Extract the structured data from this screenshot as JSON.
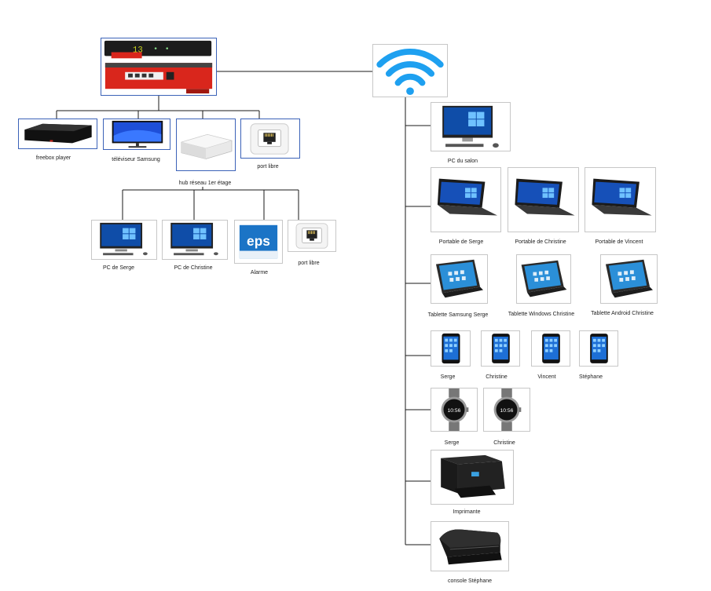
{
  "top": {
    "freebox_player": "freebox player",
    "tv": "téléviseur Samsung",
    "hub": "hub réseau 1er étage",
    "port1": "port libre"
  },
  "hub_children": {
    "pc_serge": "PC de Serge",
    "pc_christine": "PC de Christine",
    "alarm": "Alarme",
    "alarm_logo": "eps",
    "port2": "port libre"
  },
  "wifi": {
    "pc_salon": "PC du salon",
    "laptops": [
      "Portable de Serge",
      "Portable de Christine",
      "Portable de Vincent"
    ],
    "tablets": [
      "Tablette Samsung Serge",
      "Tablette Windows Christine",
      "Tablette Android Christine"
    ],
    "phones": [
      "Serge",
      "Christine",
      "Vincent",
      "Stéphane"
    ],
    "watches": [
      "Serge",
      "Christine"
    ],
    "watch_time": "10:56",
    "printer": "Imprimante",
    "console": "console Stéphane"
  },
  "colors": {
    "accent": "#3b62b8",
    "wifi": "#1ea0f0",
    "freebox": "#d9261c"
  }
}
